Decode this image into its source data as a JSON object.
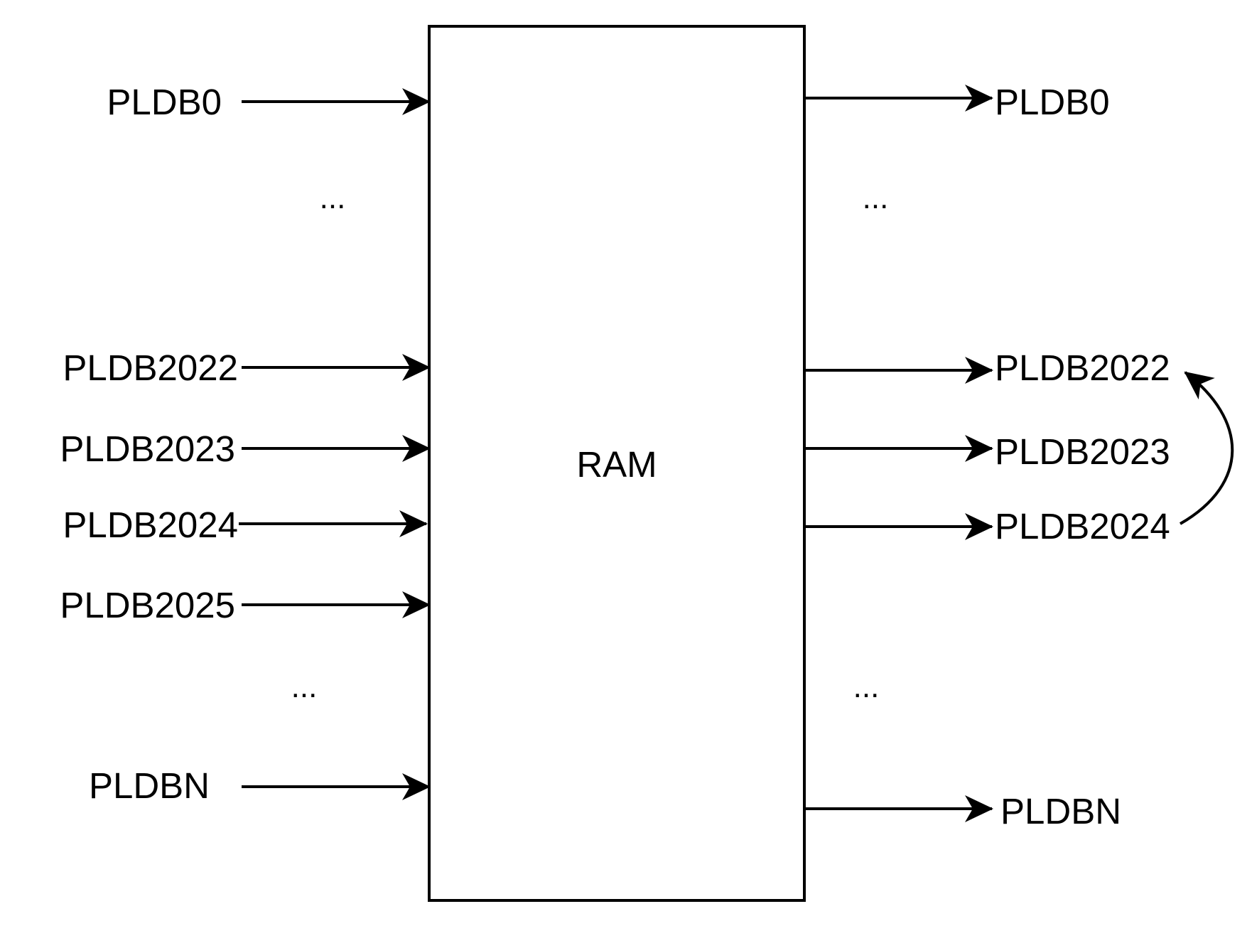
{
  "block": {
    "label": "RAM"
  },
  "inputs": [
    {
      "label": "PLDB0"
    },
    {
      "label": "..."
    },
    {
      "label": "PLDB2022"
    },
    {
      "label": "PLDB2023"
    },
    {
      "label": "PLDB2024"
    },
    {
      "label": "PLDB2025"
    },
    {
      "label": "..."
    },
    {
      "label": "PLDBN"
    }
  ],
  "outputs": [
    {
      "label": "PLDB0"
    },
    {
      "label": "..."
    },
    {
      "label": "PLDB2022"
    },
    {
      "label": "PLDB2023"
    },
    {
      "label": "PLDB2024"
    },
    {
      "label": "..."
    },
    {
      "label": "PLDBN"
    }
  ],
  "feedback": {
    "from": "PLDB2024",
    "to": "PLDB2022"
  }
}
